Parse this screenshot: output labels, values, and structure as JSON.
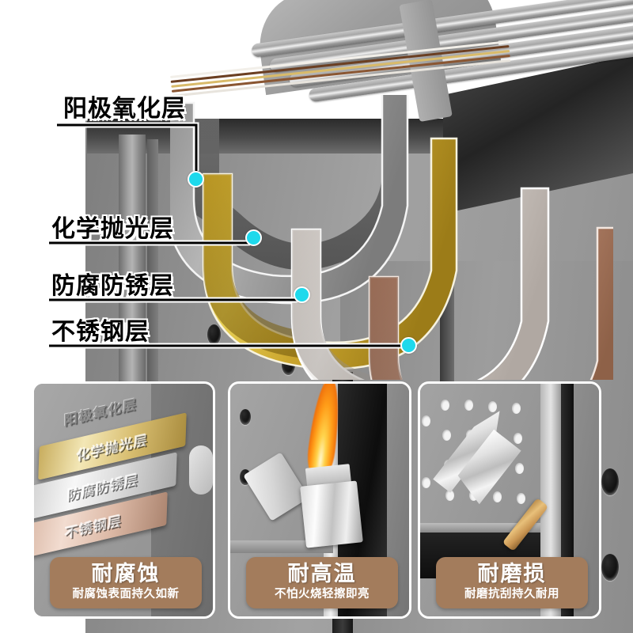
{
  "graphic": {
    "kind": "product-infographic",
    "subject": "multi-layer coated metal kitchen rack",
    "background_color": "#ffffff",
    "metal_gray": "#9a9a9a"
  },
  "callouts": {
    "dot_color": "#1ed9ec",
    "dot_ring_color": "#ffffff",
    "line_color": "#000000",
    "text_color": "#000000",
    "items": [
      {
        "label": "阳极氧化层",
        "layer_index": 1,
        "ribbon_color": "#9c9c9c",
        "ribbon_name": "gray-anodized-ribbon"
      },
      {
        "label": "化学抛光层",
        "layer_index": 2,
        "ribbon_color": "#d4b63f",
        "ribbon_name": "gold-polished-ribbon"
      },
      {
        "label": "防腐防锈层",
        "layer_index": 3,
        "ribbon_color": "#dcd9d6",
        "ribbon_name": "silver-anticorrosion-ribbon"
      },
      {
        "label": "不锈钢层",
        "layer_index": 4,
        "ribbon_color": "#c89a84",
        "ribbon_name": "copper-stainless-ribbon"
      }
    ]
  },
  "features": {
    "caption_bg": "#a37c5c",
    "caption_text_color": "#ffffff",
    "cards": [
      {
        "title": "耐腐蚀",
        "subtitle": "耐腐蚀表面持久如新",
        "art": "stacked-coated-plates",
        "plate_labels": [
          "阳极氧化层",
          "化学抛光层",
          "防腐防锈层",
          "不锈钢层"
        ],
        "plate_colors": [
          "#8d8d8d",
          "#e9d79a",
          "#e2e2e2",
          "#e0c3b4"
        ]
      },
      {
        "title": "耐高温",
        "subtitle": "不怕火烧轻擦即亮",
        "art": "flip-top-lighter-with-flame",
        "flame_color": "#ff9c18"
      },
      {
        "title": "耐磨损",
        "subtitle": "耐磨抗刮持久耐用",
        "art": "chef-knife-on-pegboard",
        "handle_color": "#c99552"
      }
    ]
  }
}
